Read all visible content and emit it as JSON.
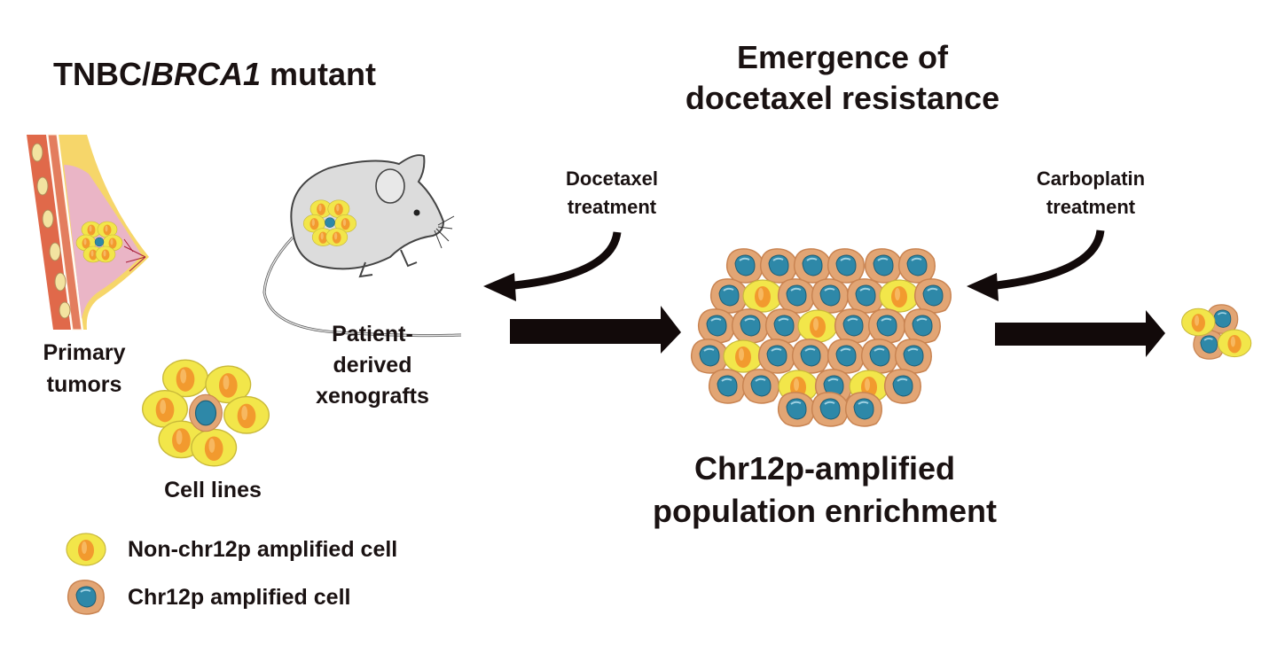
{
  "titles": {
    "left_prefix": "TNBC/",
    "left_italic": "BRCA1",
    "left_suffix": " mutant",
    "right_line1": "Emergence of",
    "right_line2": "docetaxel resistance",
    "bottom_line1": "Chr12p-amplified",
    "bottom_line2": "population enrichment"
  },
  "labels": {
    "primary_line1": "Primary",
    "primary_line2": "tumors",
    "pdx_line1": "Patient-",
    "pdx_line2": "derived",
    "pdx_line3": "xenografts",
    "cell_lines": "Cell lines",
    "docetaxel_line1": "Docetaxel",
    "docetaxel_line2": "treatment",
    "carboplatin_line1": "Carboplatin",
    "carboplatin_line2": "treatment"
  },
  "legend": [
    {
      "label": "Non-chr12p amplified cell",
      "icon": "yellow-cell-icon"
    },
    {
      "label": "Chr12p amplified cell",
      "icon": "orange-blue-cell-icon"
    }
  ],
  "colors": {
    "non_amp_body": "#f2e64a",
    "non_amp_nucleus": "#f29a2e",
    "amp_body": "#e2a574",
    "amp_nucleus": "#2e88a8",
    "arrow": "#120a0a",
    "text": "#1a1212",
    "mouse": "#d9d9d9",
    "breast_tissue": "#eab5c6",
    "muscle": "#e0694a"
  }
}
